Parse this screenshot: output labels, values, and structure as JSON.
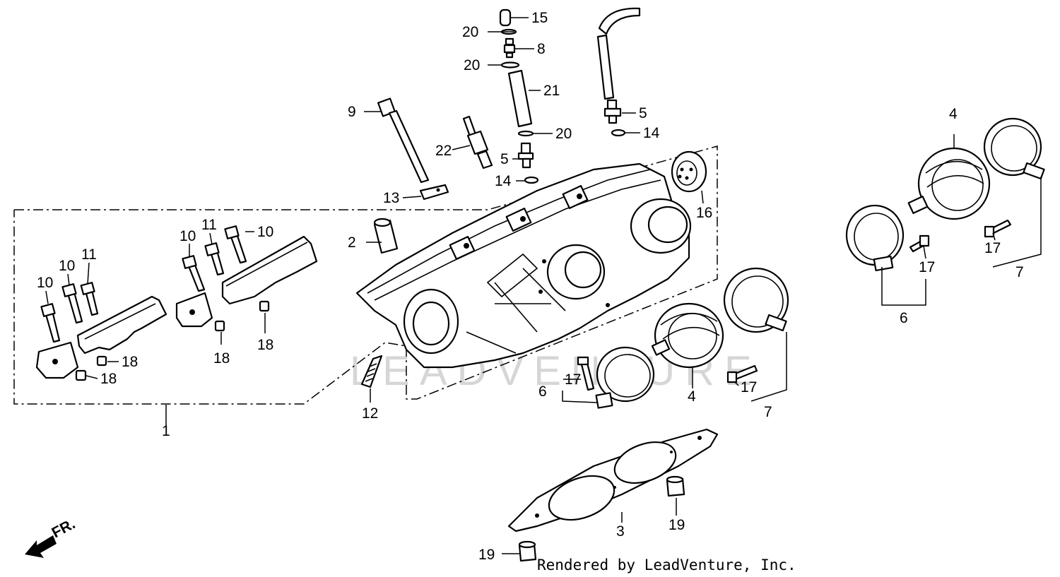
{
  "diagram": {
    "watermark": "LEADVENTURE",
    "credit": "Rendered by LeadVenture, Inc.",
    "direction_label": "FR.",
    "callouts": {
      "c15": "15",
      "c20a": "20",
      "c8": "8",
      "c20b": "20",
      "c21": "21",
      "c20c": "20",
      "c9": "9",
      "c22": "22",
      "c5a": "5",
      "c14a": "14",
      "c13": "13",
      "c5b": "5",
      "c14b": "14",
      "c16": "16",
      "c2": "2",
      "c10a": "10",
      "c11a": "11",
      "c10b": "10",
      "c10c": "10",
      "c11b": "11",
      "c10d": "10",
      "c18a": "18",
      "c18b": "18",
      "c18c": "18",
      "c18d": "18",
      "c1": "1",
      "c12": "12",
      "c17a": "17",
      "c6a": "6",
      "c4a": "4",
      "c17b": "17",
      "c7a": "7",
      "c4b": "4",
      "c17c": "17",
      "c17d": "17",
      "c6b": "6",
      "c7b": "7",
      "c3": "3",
      "c19a": "19",
      "c19b": "19"
    }
  }
}
